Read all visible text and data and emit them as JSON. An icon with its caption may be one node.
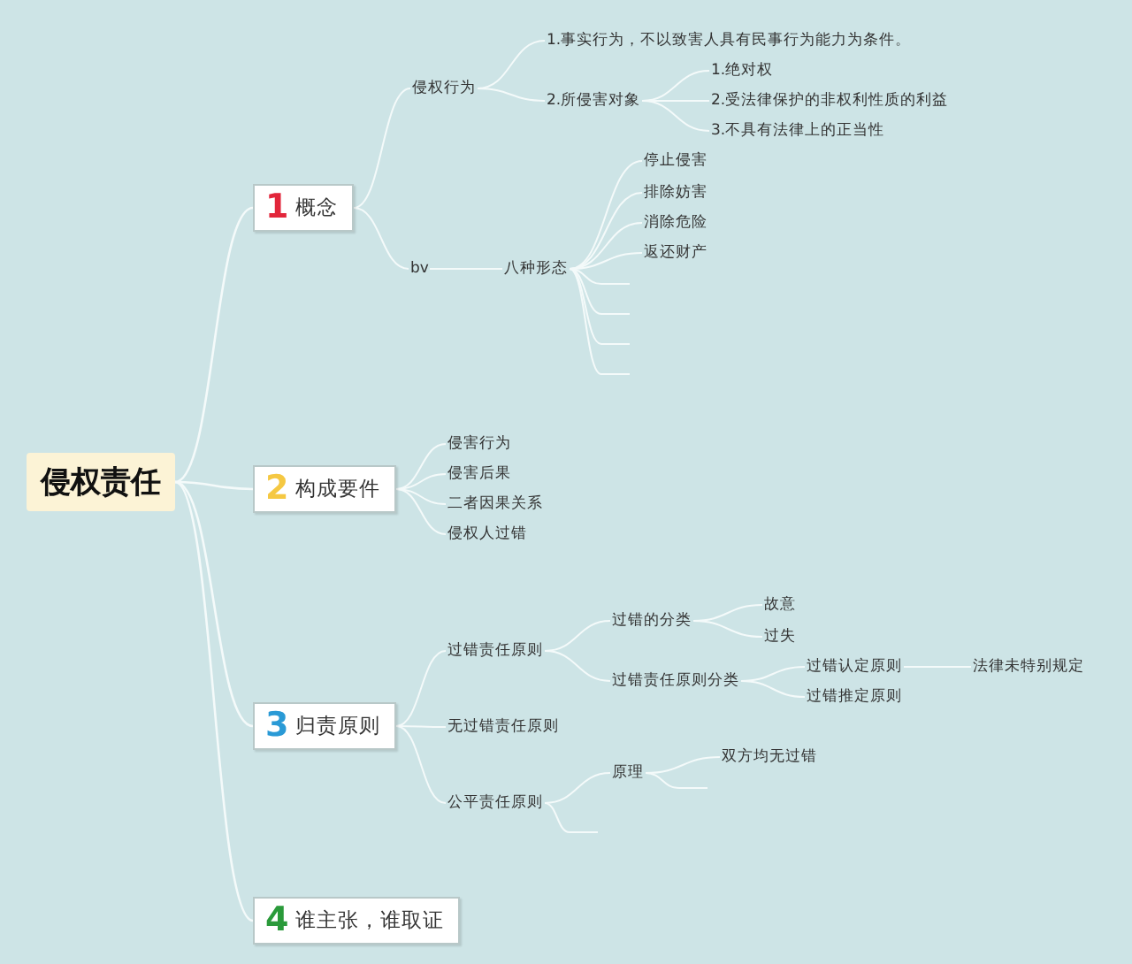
{
  "diagram": {
    "nodes": [
      {
        "text": [
          "侵权责任"
        ]
      },
      {
        "text": [
          "1",
          "概念"
        ]
      },
      {
        "text": [
          "侵权行为"
        ]
      },
      {
        "text": [
          "1.事实行为，不以致害人具有民事行为能力为条件。"
        ]
      },
      {
        "text": [
          "2.所侵害对象"
        ]
      },
      {
        "text": [
          "1.绝对权"
        ]
      },
      {
        "text": [
          "2.受法律保护的非权利性质的利益"
        ]
      },
      {
        "text": [
          "3.不具有法律上的正当性"
        ]
      },
      {
        "text": [
          "bv"
        ]
      },
      {
        "text": [
          "八种形态"
        ]
      },
      {
        "text": [
          "停止侵害"
        ]
      },
      {
        "text": [
          "排除妨害"
        ]
      },
      {
        "text": [
          "消除危险"
        ]
      },
      {
        "text": [
          "返还财产"
        ]
      },
      {
        "text": [],
        "shape": "line"
      },
      {
        "text": [],
        "shape": "line"
      },
      {
        "text": [],
        "shape": "line"
      },
      {
        "text": [],
        "shape": "line"
      },
      {
        "text": [
          "2",
          "构成要件"
        ]
      },
      {
        "text": [
          "侵害行为"
        ]
      },
      {
        "text": [
          "侵害后果"
        ]
      },
      {
        "text": [
          "二者因果关系"
        ]
      },
      {
        "text": [
          "侵权人过错"
        ]
      },
      {
        "text": [
          "3",
          "归责原则"
        ]
      },
      {
        "text": [
          "过错责任原则"
        ]
      },
      {
        "text": [
          "过错的分类"
        ]
      },
      {
        "text": [
          "故意"
        ]
      },
      {
        "text": [
          "过失"
        ]
      },
      {
        "text": [
          "过错责任原则分类"
        ]
      },
      {
        "text": [
          "过错认定原则"
        ]
      },
      {
        "text": [
          "过错推定原则"
        ]
      },
      {
        "text": [
          "法律未特别规定"
        ]
      },
      {
        "text": [
          "无过错责任原则"
        ]
      },
      {
        "text": [
          "公平责任原则"
        ]
      },
      {
        "text": [
          "原理"
        ]
      },
      {
        "text": [
          "双方均无过错"
        ]
      },
      {
        "text": [],
        "shape": "line"
      },
      {
        "text": [],
        "shape": "line"
      },
      {
        "text": [
          "4",
          "谁主张，谁取证"
        ]
      }
    ],
    "edges": [
      {
        "from": 0,
        "to": 1,
        "arrow": "none"
      },
      {
        "from": 1,
        "to": 2,
        "arrow": "none"
      },
      {
        "from": 2,
        "to": 3,
        "arrow": "none"
      },
      {
        "from": 2,
        "to": 4,
        "arrow": "none"
      },
      {
        "from": 4,
        "to": 5,
        "arrow": "none"
      },
      {
        "from": 4,
        "to": 6,
        "arrow": "none"
      },
      {
        "from": 4,
        "to": 7,
        "arrow": "none"
      },
      {
        "from": 1,
        "to": 8,
        "arrow": "none"
      },
      {
        "from": 8,
        "to": 9,
        "arrow": "none"
      },
      {
        "from": 9,
        "to": 10,
        "arrow": "none"
      },
      {
        "from": 9,
        "to": 11,
        "arrow": "none"
      },
      {
        "from": 9,
        "to": 12,
        "arrow": "none"
      },
      {
        "from": 9,
        "to": 13,
        "arrow": "none"
      },
      {
        "from": 9,
        "to": 14,
        "arrow": "none"
      },
      {
        "from": 9,
        "to": 15,
        "arrow": "none"
      },
      {
        "from": 9,
        "to": 16,
        "arrow": "none"
      },
      {
        "from": 9,
        "to": 17,
        "arrow": "none"
      },
      {
        "from": 0,
        "to": 18,
        "arrow": "none"
      },
      {
        "from": 18,
        "to": 19,
        "arrow": "none"
      },
      {
        "from": 18,
        "to": 20,
        "arrow": "none"
      },
      {
        "from": 18,
        "to": 21,
        "arrow": "none"
      },
      {
        "from": 18,
        "to": 22,
        "arrow": "none"
      },
      {
        "from": 0,
        "to": 23,
        "arrow": "none"
      },
      {
        "from": 23,
        "to": 24,
        "arrow": "none"
      },
      {
        "from": 24,
        "to": 25,
        "arrow": "none"
      },
      {
        "from": 25,
        "to": 26,
        "arrow": "none"
      },
      {
        "from": 25,
        "to": 27,
        "arrow": "none"
      },
      {
        "from": 24,
        "to": 28,
        "arrow": "none"
      },
      {
        "from": 28,
        "to": 29,
        "arrow": "none"
      },
      {
        "from": 28,
        "to": 30,
        "arrow": "none"
      },
      {
        "from": 29,
        "to": 31,
        "arrow": "none"
      },
      {
        "from": 23,
        "to": 32,
        "arrow": "none"
      },
      {
        "from": 23,
        "to": 33,
        "arrow": "none"
      },
      {
        "from": 33,
        "to": 34,
        "arrow": "none"
      },
      {
        "from": 34,
        "to": 35,
        "arrow": "none"
      },
      {
        "from": 34,
        "to": 36,
        "arrow": "none"
      },
      {
        "from": 33,
        "to": 37,
        "arrow": "none"
      },
      {
        "from": 0,
        "to": 38,
        "arrow": "none"
      }
    ]
  }
}
